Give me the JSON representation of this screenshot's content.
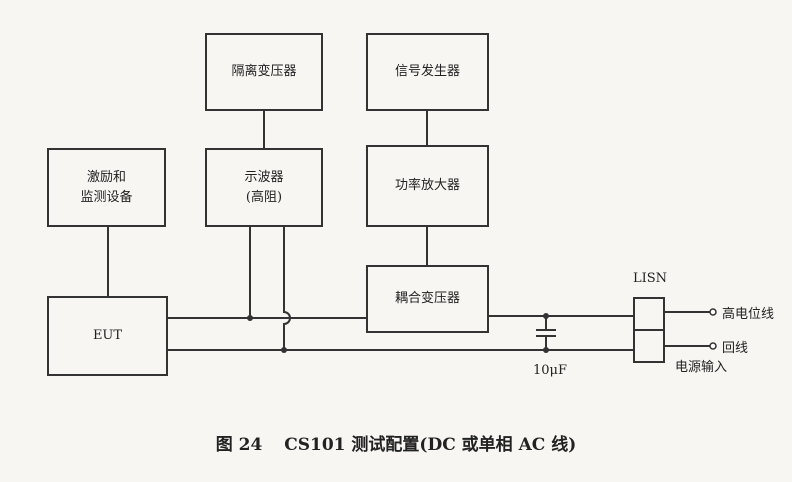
{
  "blocks": {
    "isolation_transformer": "隔离变压器",
    "signal_generator": "信号发生器",
    "stimulus_monitor_line1": "激励和",
    "stimulus_monitor_line2": "监测设备",
    "oscilloscope_line1": "示波器",
    "oscilloscope_line2": "(高阻)",
    "power_amplifier": "功率放大器",
    "coupling_transformer": "耦合变压器",
    "eut": "EUT",
    "lisn": "LISN"
  },
  "labels": {
    "capacitor": "10μF",
    "high_side": "高电位线",
    "return": "回线",
    "power_input": "电源输入"
  },
  "caption": {
    "figure": "图 24",
    "title": "CS101 测试配置(DC 或单相 AC 线)"
  }
}
